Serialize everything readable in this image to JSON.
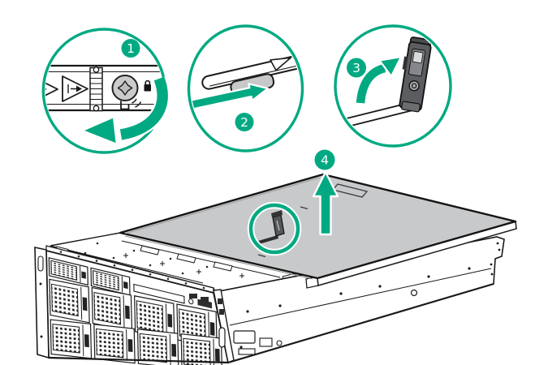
{
  "colors": {
    "accent": "#01A982",
    "cover": "#C8C9CA",
    "metal": "#C6C8C9",
    "latch_dark": "#5B5D60",
    "line": "#1A1A1A"
  },
  "figure": {
    "kind": "hardware-procedure-illustration",
    "callouts": [
      {
        "number": "1",
        "icon": "rotate-counterclockwise-arrow-icon"
      },
      {
        "number": "2",
        "icon": "press-latch-arrow-icon"
      },
      {
        "number": "3",
        "icon": "lift-latch-arrow-icon"
      },
      {
        "number": "4",
        "icon": "remove-cover-up-arrow-icon"
      }
    ]
  }
}
